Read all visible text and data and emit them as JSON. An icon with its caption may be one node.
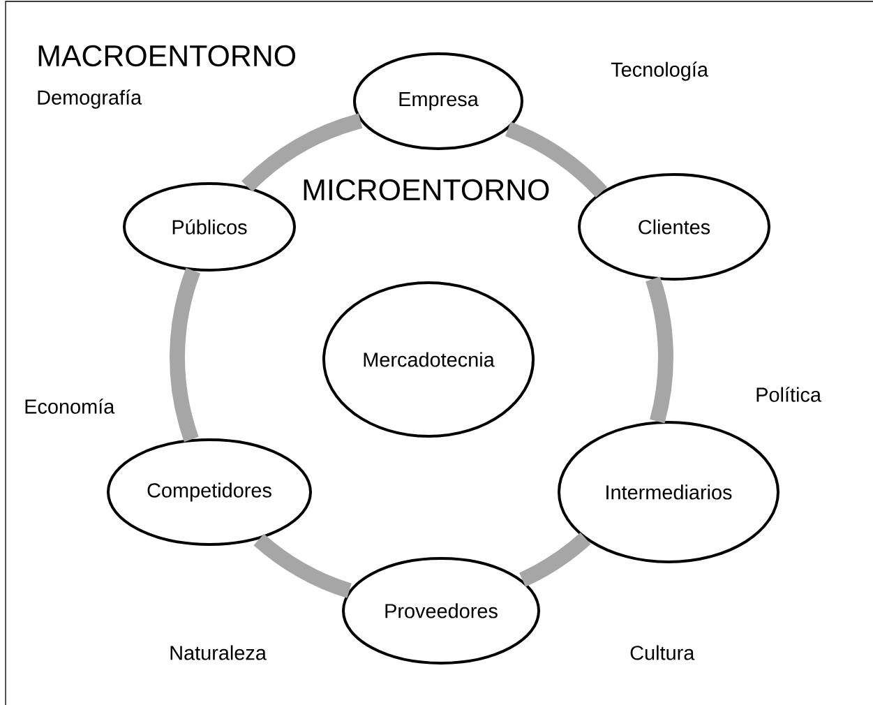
{
  "diagram": {
    "nodes": [
      {
        "text": [
          "Empresa"
        ]
      },
      {
        "text": [
          "Públicos"
        ]
      },
      {
        "text": [
          "Clientes"
        ]
      },
      {
        "text": [
          "Mercadotecnia"
        ]
      },
      {
        "text": [
          "Competidores"
        ]
      },
      {
        "text": [
          "Intermediarios"
        ]
      },
      {
        "text": [
          "Proveedores"
        ]
      }
    ],
    "edges": [
      {
        "from": 0,
        "to": 2,
        "arrow": "none"
      },
      {
        "from": 2,
        "to": 5,
        "arrow": "none"
      },
      {
        "from": 5,
        "to": 6,
        "arrow": "none"
      },
      {
        "from": 6,
        "to": 4,
        "arrow": "none"
      },
      {
        "from": 4,
        "to": 1,
        "arrow": "none"
      },
      {
        "from": 1,
        "to": 0,
        "arrow": "none"
      }
    ],
    "labels": [
      "MACROENTORNO",
      "Demografía",
      "Tecnología",
      "MICROENTORNO",
      "Economía",
      "Política",
      "Naturaleza",
      "Cultura"
    ]
  }
}
